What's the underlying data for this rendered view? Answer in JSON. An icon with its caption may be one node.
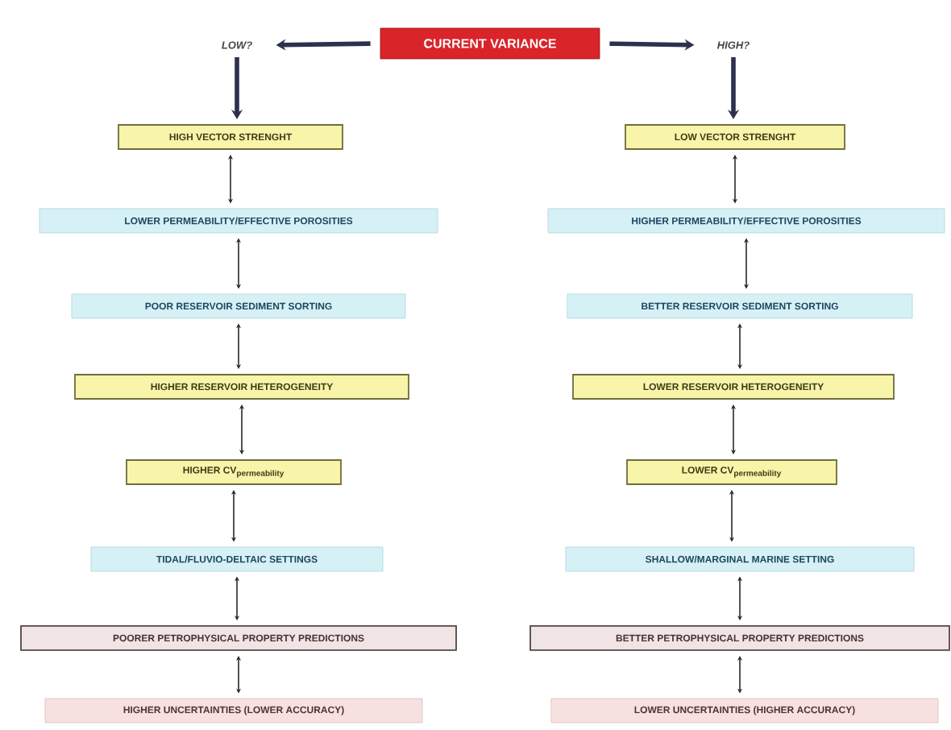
{
  "diagram": {
    "nodes": [
      {
        "text": [
          "CURRENT VARIANCE"
        ]
      },
      {
        "text": [
          "LOW?"
        ]
      },
      {
        "text": [
          "HIGH?"
        ]
      },
      {
        "text": [
          "HIGH VECTOR STRENGHT"
        ]
      },
      {
        "text": [
          "LOWER PERMEABILITY/EFFECTIVE POROSITIES"
        ]
      },
      {
        "text": [
          "POOR RESERVOIR SEDIMENT SORTING"
        ]
      },
      {
        "text": [
          "HIGHER RESERVOIR HETEROGENEITY"
        ]
      },
      {
        "text": [
          "\\text{HIGHER CV}_{\\text{permeability}}"
        ]
      },
      {
        "text": [
          "TIDAL/FLUVIO-DELTAIC SETTINGS"
        ]
      },
      {
        "text": [
          "POORER PETROPHYSICAL PROPERTY PREDICTIONS"
        ]
      },
      {
        "text": [
          "HIGHER UNCERTAINTIES (LOWER ACCURACY)"
        ]
      },
      {
        "text": [
          "LOW VECTOR STRENGHT"
        ]
      },
      {
        "text": [
          "HIGHER PERMEABILITY/EFFECTIVE POROSITIES"
        ]
      },
      {
        "text": [
          "BETTER RESERVOIR SEDIMENT SORTING"
        ]
      },
      {
        "text": [
          "LOWER RESERVOIR HETEROGENEITY"
        ]
      },
      {
        "text": [
          "\\text{LOWER CV}_{\\text{permeability}}"
        ]
      },
      {
        "text": [
          "SHALLOW/MARGINAL MARINE SETTING"
        ]
      },
      {
        "text": [
          "BETTER PETROPHYSICAL PROPERTY PREDICTIONS"
        ]
      },
      {
        "text": [
          "LOWER UNCERTAINTIES (HIGHER ACCURACY)"
        ]
      }
    ],
    "edges": [
      {
        "from": 0,
        "to": 1,
        "arrow": "to",
        "style": "thick",
        "color": "#2e3050"
      },
      {
        "from": 0,
        "to": 2,
        "arrow": "to",
        "style": "thick",
        "color": "#2e3050"
      },
      {
        "from": 1,
        "to": 3,
        "arrow": "to",
        "style": "thick",
        "color": "#2e3050"
      },
      {
        "from": 2,
        "to": 11,
        "arrow": "to",
        "style": "thick",
        "color": "#2e3050"
      },
      {
        "from": 3,
        "to": 4,
        "arrow": "both"
      },
      {
        "from": 4,
        "to": 5,
        "arrow": "both"
      },
      {
        "from": 5,
        "to": 6,
        "arrow": "both"
      },
      {
        "from": 6,
        "to": 7,
        "arrow": "both"
      },
      {
        "from": 7,
        "to": 8,
        "arrow": "both"
      },
      {
        "from": 8,
        "to": 9,
        "arrow": "both"
      },
      {
        "from": 9,
        "to": 10,
        "arrow": "both"
      },
      {
        "from": 11,
        "to": 12,
        "arrow": "both"
      },
      {
        "from": 12,
        "to": 13,
        "arrow": "both"
      },
      {
        "from": 13,
        "to": 14,
        "arrow": "both"
      },
      {
        "from": 14,
        "to": 15,
        "arrow": "both"
      },
      {
        "from": 15,
        "to": 16,
        "arrow": "both"
      },
      {
        "from": 16,
        "to": 17,
        "arrow": "both"
      },
      {
        "from": 17,
        "to": 18,
        "arrow": "both"
      }
    ]
  }
}
